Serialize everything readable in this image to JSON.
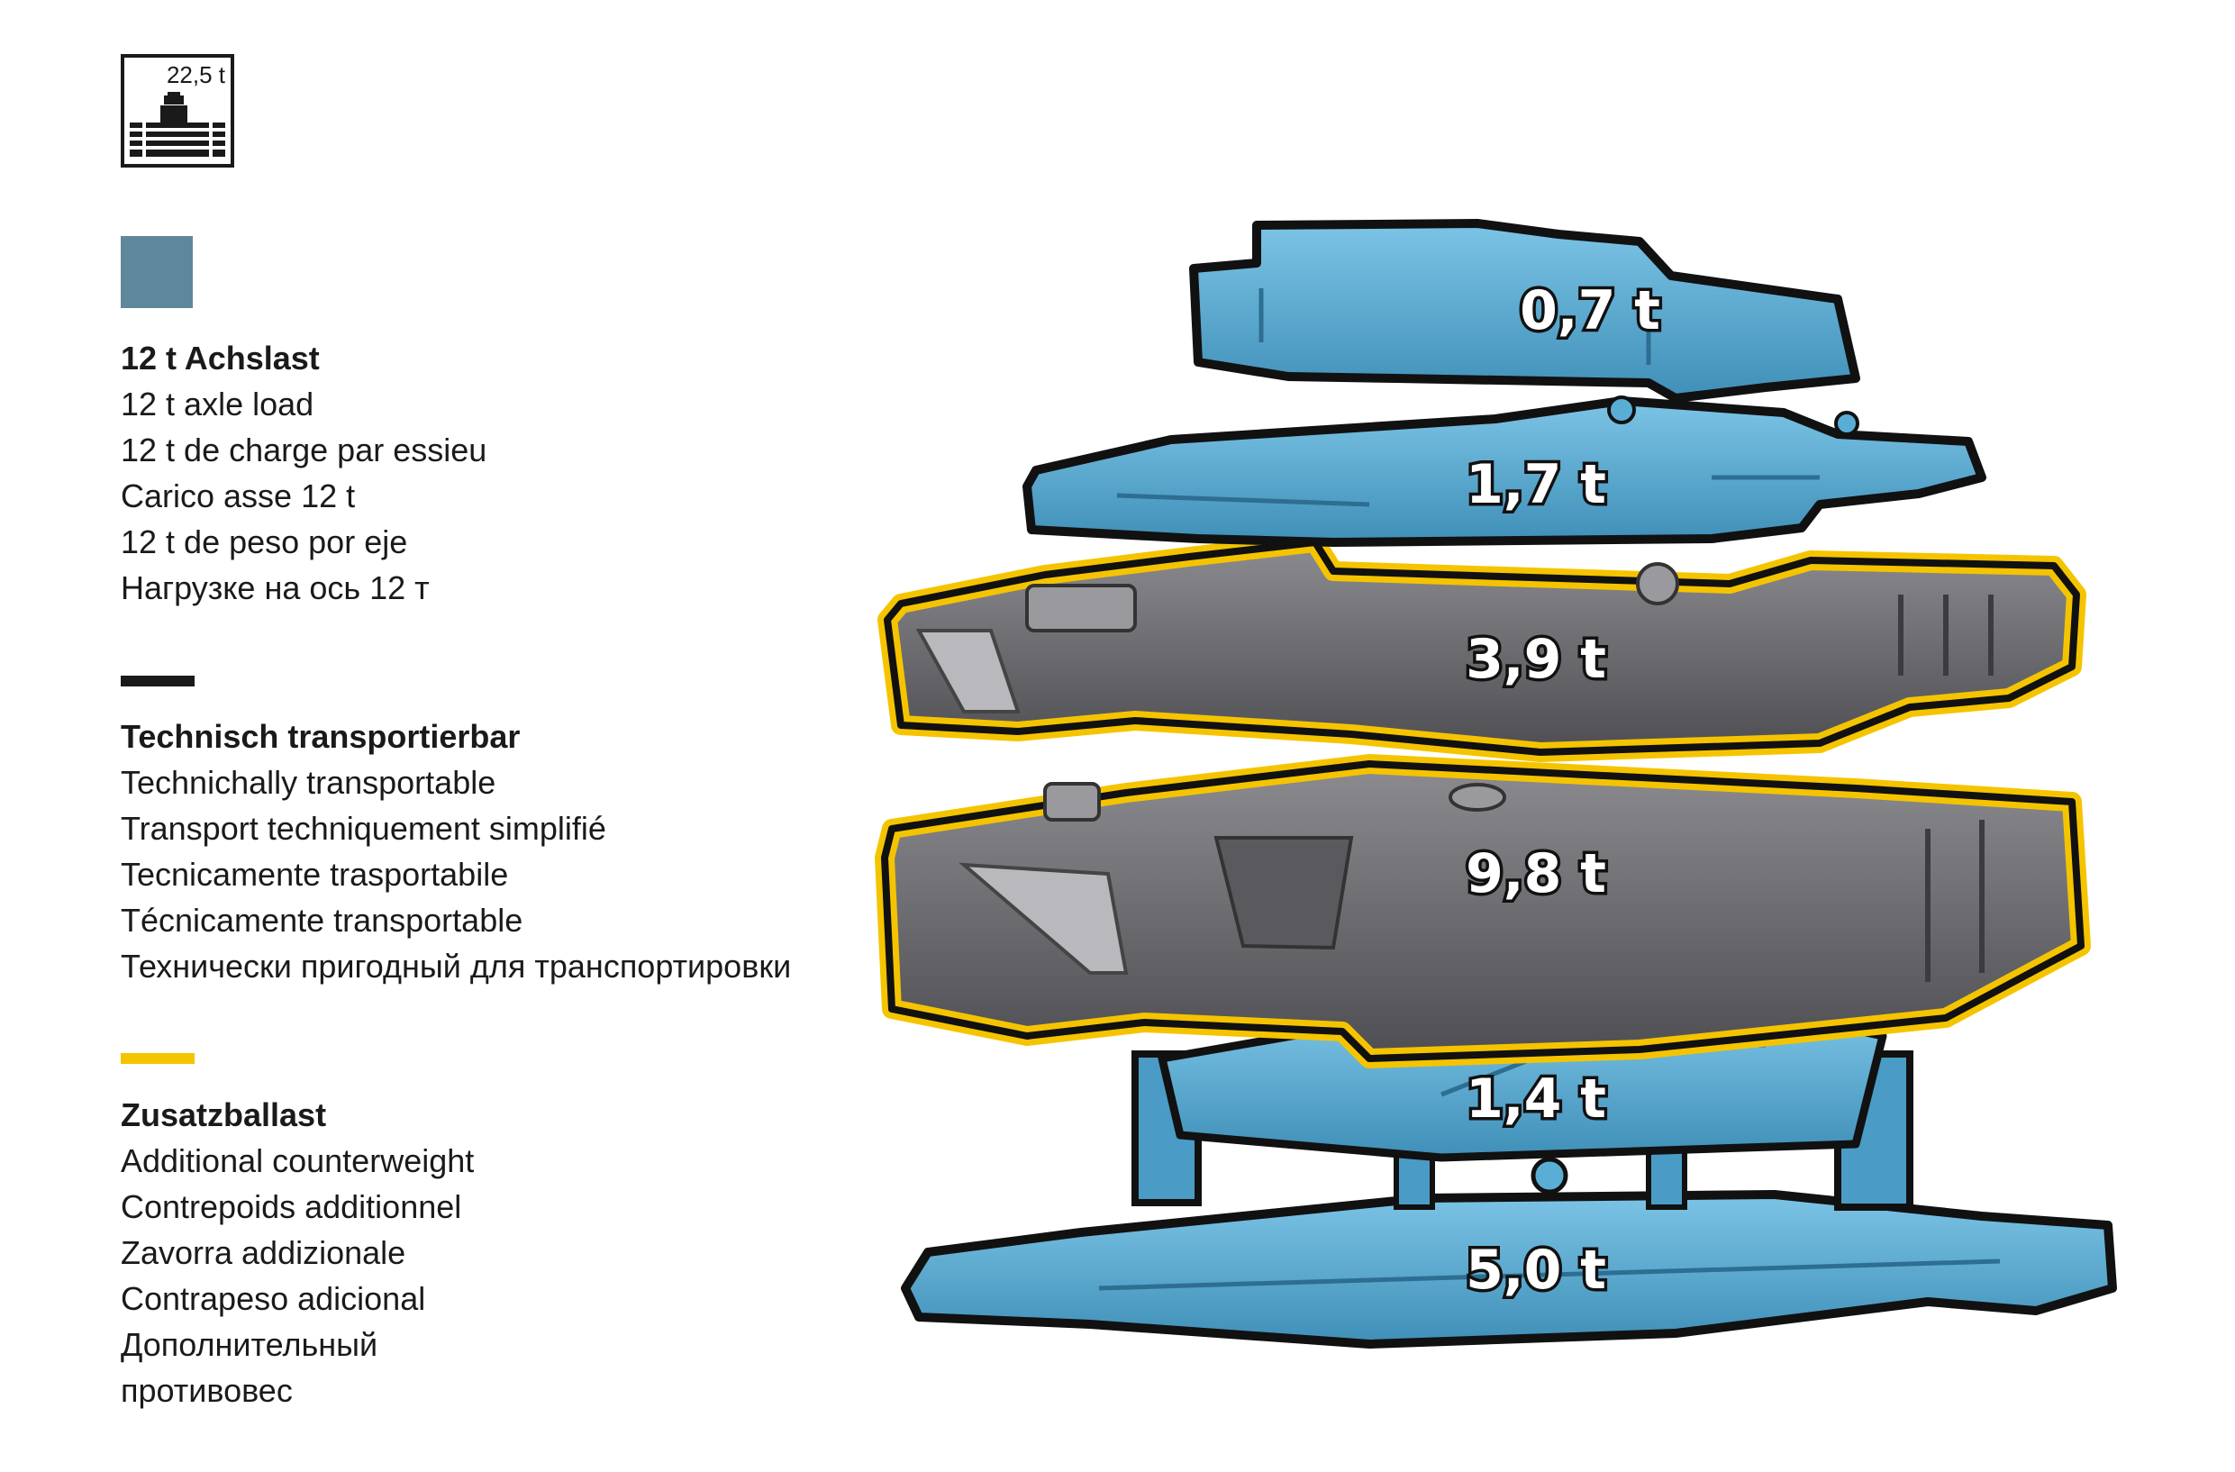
{
  "icon": {
    "name": "crane-capacity-icon",
    "capacity_label": "22,5 t"
  },
  "legend": {
    "axle": {
      "color": "#5f879b",
      "lines": [
        "12 t Achslast",
        "12 t axle load",
        "12 t de charge par essieu",
        "Carico asse 12 t",
        "12 t de peso por eje",
        "Нагрузке на ось 12 т"
      ]
    },
    "transportable": {
      "color": "#1a1a1a",
      "lines": [
        "Technisch transportierbar",
        "Technichally transportable",
        "Transport techniquement simplifié",
        "Tecnicamente trasportabile",
        "Técnicamente transportable",
        "Технически пригодный для транспортировки"
      ]
    },
    "counterweight": {
      "color": "#f5c400",
      "lines": [
        "Zusatzballast",
        "Additional counterweight",
        "Contrepoids additionnel",
        "Zavorra addizionale",
        "Contrapeso adicional",
        "Дополнительный",
        "противовес"
      ]
    }
  },
  "plates": [
    {
      "label": "0,7 t",
      "weight_t": 0.7,
      "group": "axle"
    },
    {
      "label": "1,7 t",
      "weight_t": 1.7,
      "group": "axle"
    },
    {
      "label": "3,9 t",
      "weight_t": 3.9,
      "group": "counterweight"
    },
    {
      "label": "9,8 t",
      "weight_t": 9.8,
      "group": "counterweight"
    },
    {
      "label": "1,4 t",
      "weight_t": 1.4,
      "group": "axle"
    },
    {
      "label": "5,0 t",
      "weight_t": 5.0,
      "group": "axle"
    }
  ],
  "colors": {
    "blue_part": "#5aaed6",
    "grey_part": "#6e6e72",
    "outline": "#111111",
    "highlight": "#f5c400"
  }
}
